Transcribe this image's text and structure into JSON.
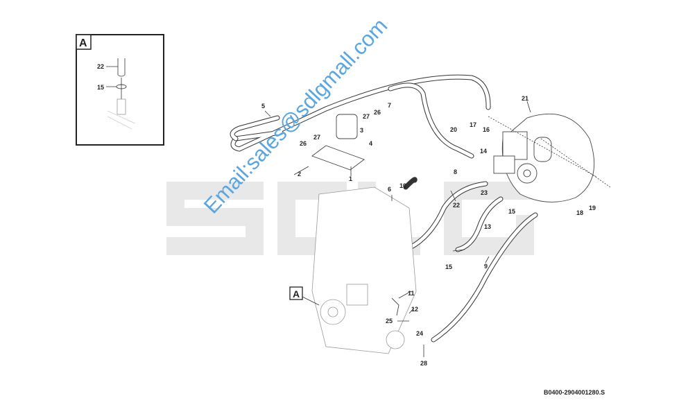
{
  "diagram": {
    "watermark_brand": "SDLG",
    "watermark_email": "Email:sales@sdlgmall.com",
    "drawing_code": "B0400-2904001280.S",
    "detail_label": "A",
    "detail_callout_label": "A",
    "inset_callouts": [
      "22",
      "15"
    ],
    "callouts": [
      "5",
      "27",
      "26",
      "7",
      "27",
      "26",
      "3",
      "4",
      "2",
      "1",
      "10",
      "6",
      "22",
      "20",
      "17",
      "16",
      "14",
      "8",
      "23",
      "15",
      "21",
      "18",
      "19",
      "13",
      "15",
      "9",
      "11",
      "12",
      "25",
      "24",
      "28"
    ],
    "colors": {
      "watermark_text": "#5aa6e0",
      "watermark_block": "#e6e6e6",
      "watermark_red": "#f3d2d2"
    }
  }
}
